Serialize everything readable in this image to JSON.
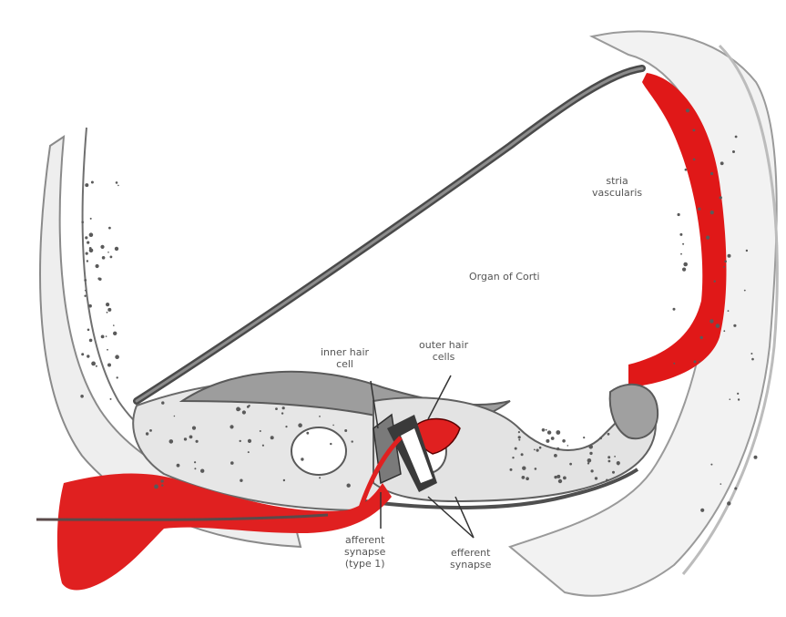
{
  "diagram": {
    "colors": {
      "background": "#ffffff",
      "tissue_fill": "#e9e9e9",
      "dark_fill": "#a8a8a8",
      "membrane": "#444444",
      "vascular_red": "#e01818",
      "nerve_red": "#e02020",
      "text": "#555555"
    },
    "labels": {
      "stria_line1": "stria",
      "stria_line2": "vascularis",
      "organ_of_corti": "Organ of Corti",
      "inner_hair_line1": "inner hair",
      "inner_hair_line2": "cell",
      "outer_hair_line1": "outer hair",
      "outer_hair_line2": "cells",
      "afferent_line1": "afferent",
      "afferent_line2": "synapse",
      "afferent_line3": "(type 1)",
      "efferent_line1": "efferent",
      "efferent_line2": "synapse"
    }
  }
}
